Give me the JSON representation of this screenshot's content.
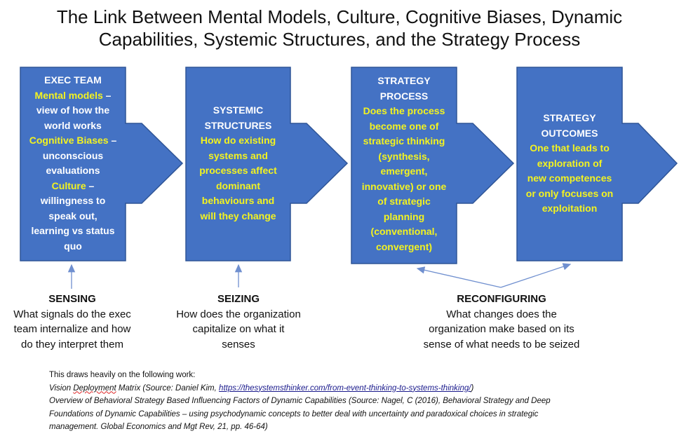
{
  "title": "The Link Between Mental Models, Culture, Cognitive Biases, Dynamic Capabilities, Systemic Structures, and the Strategy Process",
  "colors": {
    "box": "#4472c4",
    "box_edge": "#2f5597",
    "highlight": "#f3f320",
    "connector": "#6f8fcf"
  },
  "boxes": [
    {
      "lines": [
        {
          "text": "EXEC TEAM",
          "color": "white"
        },
        {
          "text": "Mental models",
          "color": "yellow",
          "suffix": " –"
        },
        {
          "text": "view of how the",
          "color": "white"
        },
        {
          "text": "world works",
          "color": "white"
        },
        {
          "text": "Cognitive Biases",
          "color": "yellow",
          "suffix": " –"
        },
        {
          "text": "unconscious",
          "color": "white"
        },
        {
          "text": "evaluations",
          "color": "white"
        },
        {
          "text": "Culture",
          "color": "yellow",
          "suffix": " –"
        },
        {
          "text": "willingness to",
          "color": "white"
        },
        {
          "text": "speak out,",
          "color": "white"
        },
        {
          "text": "learning vs status",
          "color": "white"
        },
        {
          "text": "quo",
          "color": "white"
        }
      ]
    },
    {
      "lines": [
        {
          "text": "SYSTEMIC",
          "color": "white"
        },
        {
          "text": "STRUCTURES",
          "color": "white"
        },
        {
          "text": "How do existing",
          "color": "yellow"
        },
        {
          "text": "systems and",
          "color": "yellow"
        },
        {
          "text": "processes affect",
          "color": "yellow"
        },
        {
          "text": "dominant",
          "color": "yellow"
        },
        {
          "text": "behaviours and",
          "color": "yellow"
        },
        {
          "text": "will they change",
          "color": "yellow"
        }
      ]
    },
    {
      "lines": [
        {
          "text": "STRATEGY",
          "color": "white"
        },
        {
          "text": "PROCESS",
          "color": "white"
        },
        {
          "text": "Does the process",
          "color": "yellow"
        },
        {
          "text": "become one of",
          "color": "yellow"
        },
        {
          "text": "strategic thinking",
          "color": "yellow"
        },
        {
          "text": "(synthesis,",
          "color": "yellow"
        },
        {
          "text": "emergent,",
          "color": "yellow"
        },
        {
          "text": "innovative) or one",
          "color": "yellow"
        },
        {
          "text": "of strategic",
          "color": "yellow"
        },
        {
          "text": "planning",
          "color": "yellow"
        },
        {
          "text": "(conventional,",
          "color": "yellow"
        },
        {
          "text": "convergent)",
          "color": "yellow"
        }
      ]
    },
    {
      "lines": [
        {
          "text": "STRATEGY",
          "color": "white"
        },
        {
          "text": "OUTCOMES",
          "color": "white"
        },
        {
          "text": "One that leads to",
          "color": "yellow"
        },
        {
          "text": "exploration of",
          "color": "yellow"
        },
        {
          "text": "new competences",
          "color": "yellow"
        },
        {
          "text": "or only focuses on",
          "color": "yellow"
        },
        {
          "text": "exploitation",
          "color": "yellow"
        }
      ]
    }
  ],
  "stages": [
    {
      "heading": "SENSING",
      "lines": [
        "What signals do the exec",
        "team internalize and how",
        "do they interpret them"
      ]
    },
    {
      "heading": "SEIZING",
      "lines": [
        "How does the organization",
        "capitalize on what it",
        "senses"
      ]
    },
    {
      "heading": "RECONFIGURING",
      "lines": [
        "What changes does the",
        "organization make based on its",
        "sense of what needs to be seized"
      ]
    }
  ],
  "references": {
    "intro": "This draws heavily on the following work:",
    "ref1_prefix": "Vision ",
    "ref1_squiggle": "Deployment",
    "ref1_mid": " Matrix (Source: Daniel Kim, ",
    "ref1_link": "https://thesystemsthinker.com/from-event-thinking-to-systems-thinking/",
    "ref1_suffix": ")",
    "ref2_line1": "Overview of Behavioral Strategy Based Influencing Factors of Dynamic Capabilities (Source: Nagel, C (2016), Behavioral Strategy and Deep",
    "ref2_line2": "Foundations of Dynamic Capabilities – using psychodynamic concepts to better deal with uncertainty and paradoxical choices in strategic",
    "ref2_line3": "management. Global Economics and Mgt Rev, 21, pp. 46-64)"
  }
}
